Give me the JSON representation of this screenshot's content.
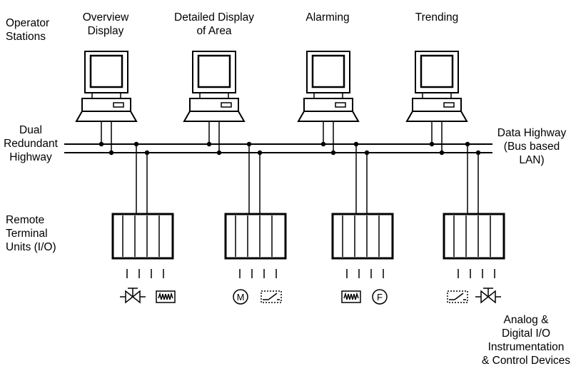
{
  "labels": {
    "operator_stations": [
      "Operator",
      "Stations"
    ],
    "dual_redundant_highway": [
      "Dual",
      "Redundant",
      "Highway"
    ],
    "data_highway": [
      "Data Highway",
      "(Bus based",
      "LAN)"
    ],
    "remote_terminal_units": [
      "Remote",
      "Terminal",
      "Units (I/O)"
    ],
    "io_devices": [
      "Analog &",
      "Digital I/O",
      "Instrumentation",
      "& Control Devices"
    ]
  },
  "stations": [
    {
      "title": [
        "Overview",
        "Display"
      ]
    },
    {
      "title": [
        "Detailed Display",
        "of Area"
      ]
    },
    {
      "title": [
        "Alarming"
      ]
    },
    {
      "title": [
        "Trending"
      ]
    }
  ],
  "device_symbols": [
    {
      "icon": "control-valve-icon"
    },
    {
      "icon": "heater-element-icon"
    },
    {
      "icon": "motor-icon",
      "letter": "M"
    },
    {
      "icon": "switch-icon"
    },
    {
      "icon": "heater-element-icon"
    },
    {
      "icon": "flow-meter-icon",
      "letter": "F"
    },
    {
      "icon": "switch-icon"
    },
    {
      "icon": "control-valve-icon"
    }
  ],
  "colors": {
    "line": "#000000",
    "background": "#ffffff"
  }
}
